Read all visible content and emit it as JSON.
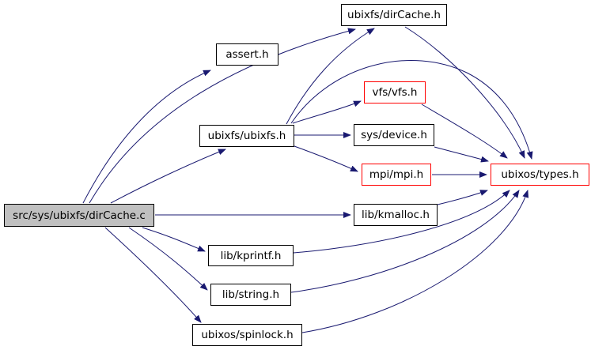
{
  "diagram": {
    "kind": "include-dependency-graph",
    "nodes": [
      {
        "id": "main",
        "label": "src/sys/ubixfs/dirCache.c",
        "style": "current-file"
      },
      {
        "id": "dircacheh",
        "label": "ubixfs/dirCache.h",
        "style": "normal"
      },
      {
        "id": "asserth",
        "label": "assert.h",
        "style": "normal"
      },
      {
        "id": "vfsh",
        "label": "vfs/vfs.h",
        "style": "red-border"
      },
      {
        "id": "ubixfsh",
        "label": "ubixfs/ubixfs.h",
        "style": "normal"
      },
      {
        "id": "deviceh",
        "label": "sys/device.h",
        "style": "normal"
      },
      {
        "id": "mpih",
        "label": "mpi/mpi.h",
        "style": "red-border"
      },
      {
        "id": "typesh",
        "label": "ubixos/types.h",
        "style": "red-border"
      },
      {
        "id": "kmalloch",
        "label": "lib/kmalloc.h",
        "style": "normal"
      },
      {
        "id": "kprintfh",
        "label": "lib/kprintf.h",
        "style": "normal"
      },
      {
        "id": "stringh",
        "label": "lib/string.h",
        "style": "normal"
      },
      {
        "id": "spinlockh",
        "label": "ubixos/spinlock.h",
        "style": "normal"
      }
    ],
    "edges": [
      {
        "from": "main",
        "to": "asserth"
      },
      {
        "from": "main",
        "to": "dircacheh"
      },
      {
        "from": "main",
        "to": "ubixfsh"
      },
      {
        "from": "main",
        "to": "kmalloch"
      },
      {
        "from": "main",
        "to": "kprintfh"
      },
      {
        "from": "main",
        "to": "stringh"
      },
      {
        "from": "main",
        "to": "spinlockh"
      },
      {
        "from": "ubixfsh",
        "to": "dircacheh"
      },
      {
        "from": "ubixfsh",
        "to": "vfsh"
      },
      {
        "from": "ubixfsh",
        "to": "deviceh"
      },
      {
        "from": "ubixfsh",
        "to": "mpih"
      },
      {
        "from": "ubixfsh",
        "to": "typesh"
      },
      {
        "from": "dircacheh",
        "to": "typesh"
      },
      {
        "from": "vfsh",
        "to": "typesh"
      },
      {
        "from": "deviceh",
        "to": "typesh"
      },
      {
        "from": "mpih",
        "to": "typesh"
      },
      {
        "from": "kmalloch",
        "to": "typesh"
      },
      {
        "from": "kprintfh",
        "to": "typesh"
      },
      {
        "from": "stringh",
        "to": "typesh"
      },
      {
        "from": "spinlockh",
        "to": "typesh"
      }
    ],
    "colors": {
      "edge": "#191970",
      "normal_border": "#000000",
      "truncated_border": "#ff0000",
      "current_file_fill": "#c0c0c0",
      "background": "#ffffff",
      "text": "#000000"
    }
  }
}
